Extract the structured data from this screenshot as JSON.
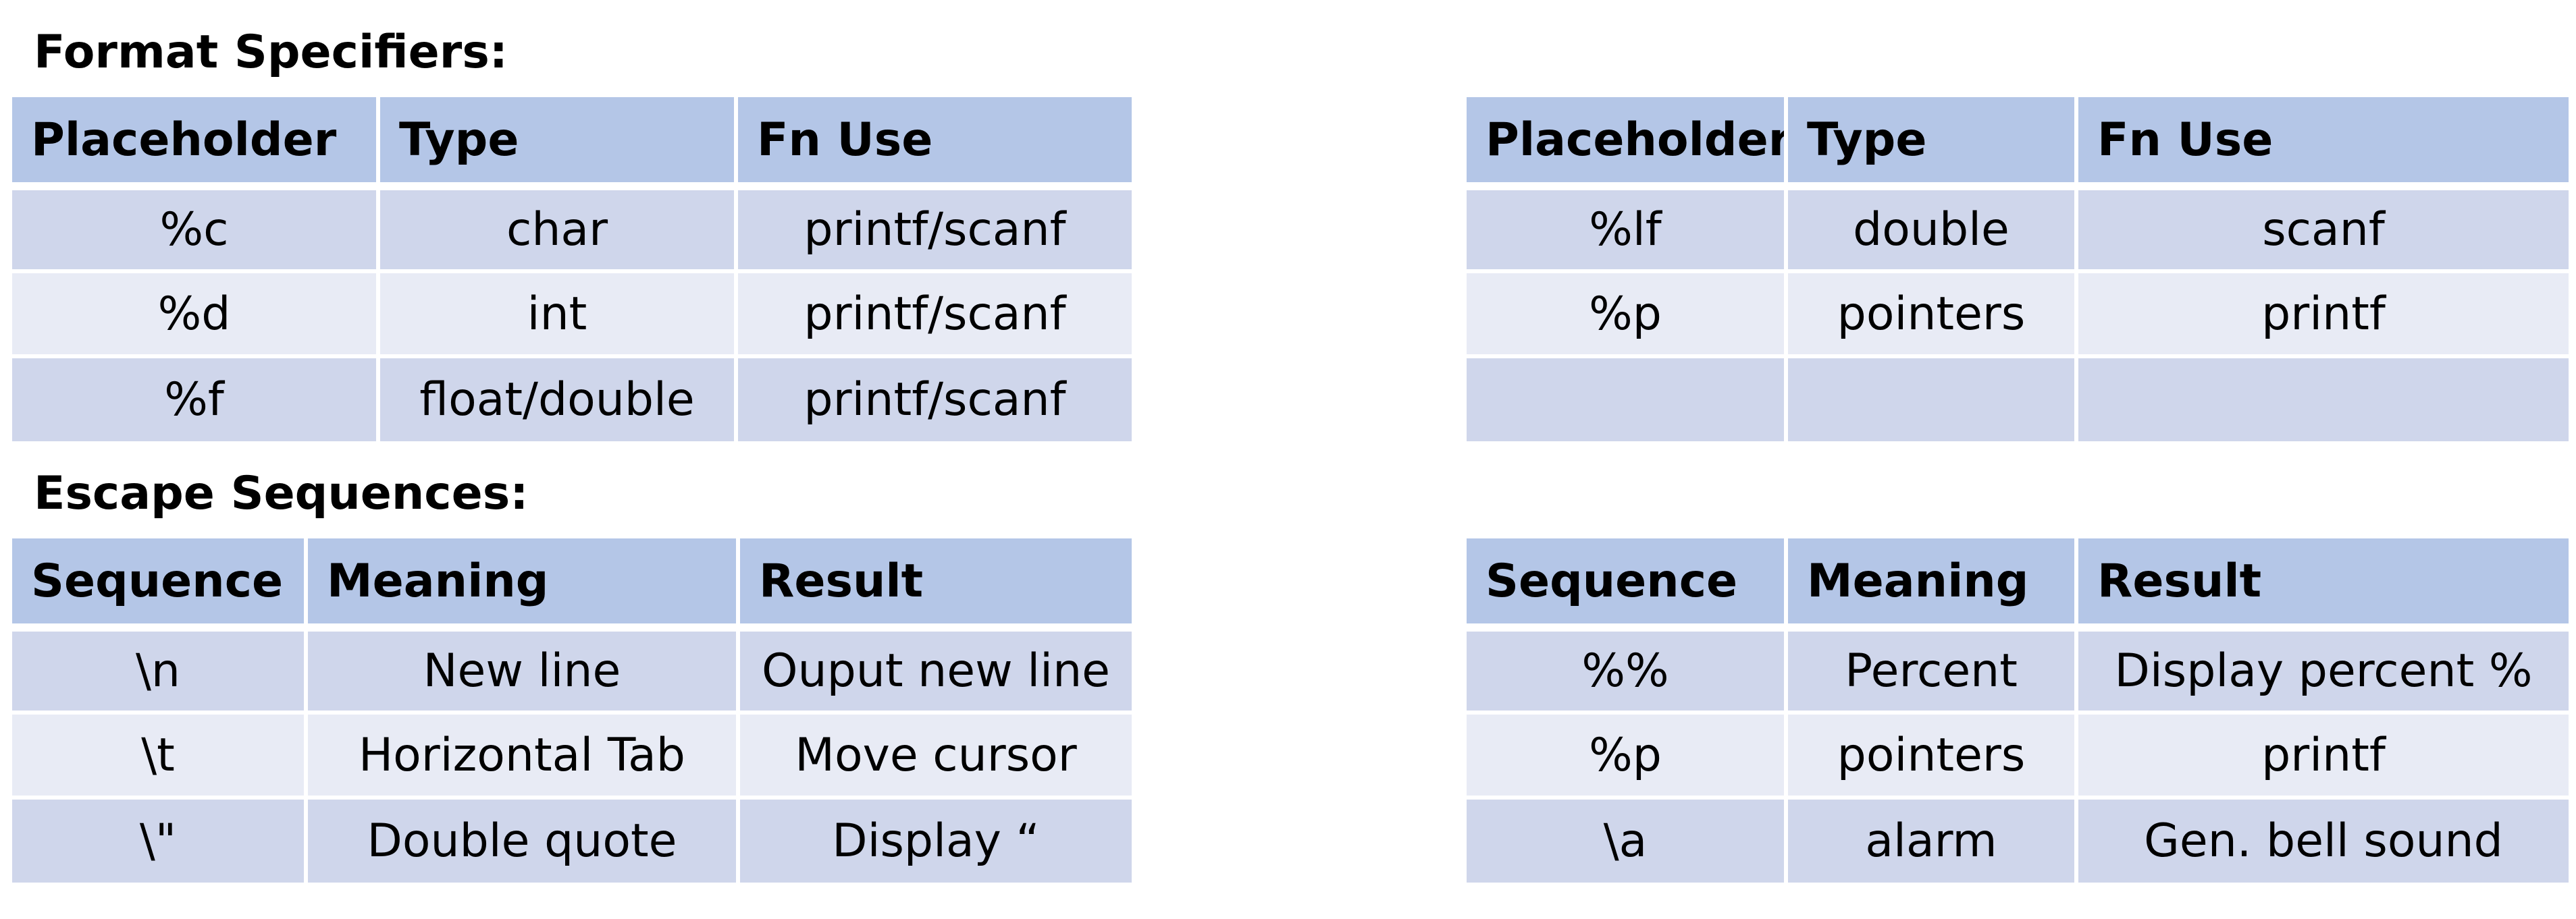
{
  "format_specifiers": {
    "heading": "Format Specifiers:",
    "left_table": {
      "headers": [
        "Placeholder",
        "Type",
        "Fn Use"
      ],
      "rows": [
        [
          "%c",
          "char",
          "printf/scanf"
        ],
        [
          "%d",
          "int",
          "printf/scanf"
        ],
        [
          "%f",
          "float/double",
          "printf/scanf"
        ]
      ]
    },
    "right_table": {
      "headers": [
        "Placeholder",
        "Type",
        "Fn Use"
      ],
      "rows": [
        [
          "%lf",
          "double",
          "scanf"
        ],
        [
          "%p",
          "pointers",
          "printf"
        ],
        [
          "",
          "",
          ""
        ]
      ]
    }
  },
  "escape_sequences": {
    "heading": "Escape Sequences:",
    "left_table": {
      "headers": [
        "Sequence",
        "Meaning",
        "Result"
      ],
      "rows": [
        [
          "\\n",
          "New line",
          "Ouput new line"
        ],
        [
          "\\t",
          "Horizontal Tab",
          "Move cursor"
        ],
        [
          "\\\"",
          "Double quote",
          "Display “"
        ]
      ]
    },
    "right_table": {
      "headers": [
        "Sequence",
        "Meaning",
        "Result"
      ],
      "rows": [
        [
          "%%",
          "Percent",
          "Display percent %"
        ],
        [
          "%p",
          "pointers",
          "printf"
        ],
        [
          "\\a",
          "alarm",
          "Gen. bell sound"
        ]
      ]
    }
  },
  "colors": {
    "header_bg": "#b4c6e7",
    "row_dark_bg": "#cfd6eb",
    "row_light_bg": "#e8ebf5"
  }
}
